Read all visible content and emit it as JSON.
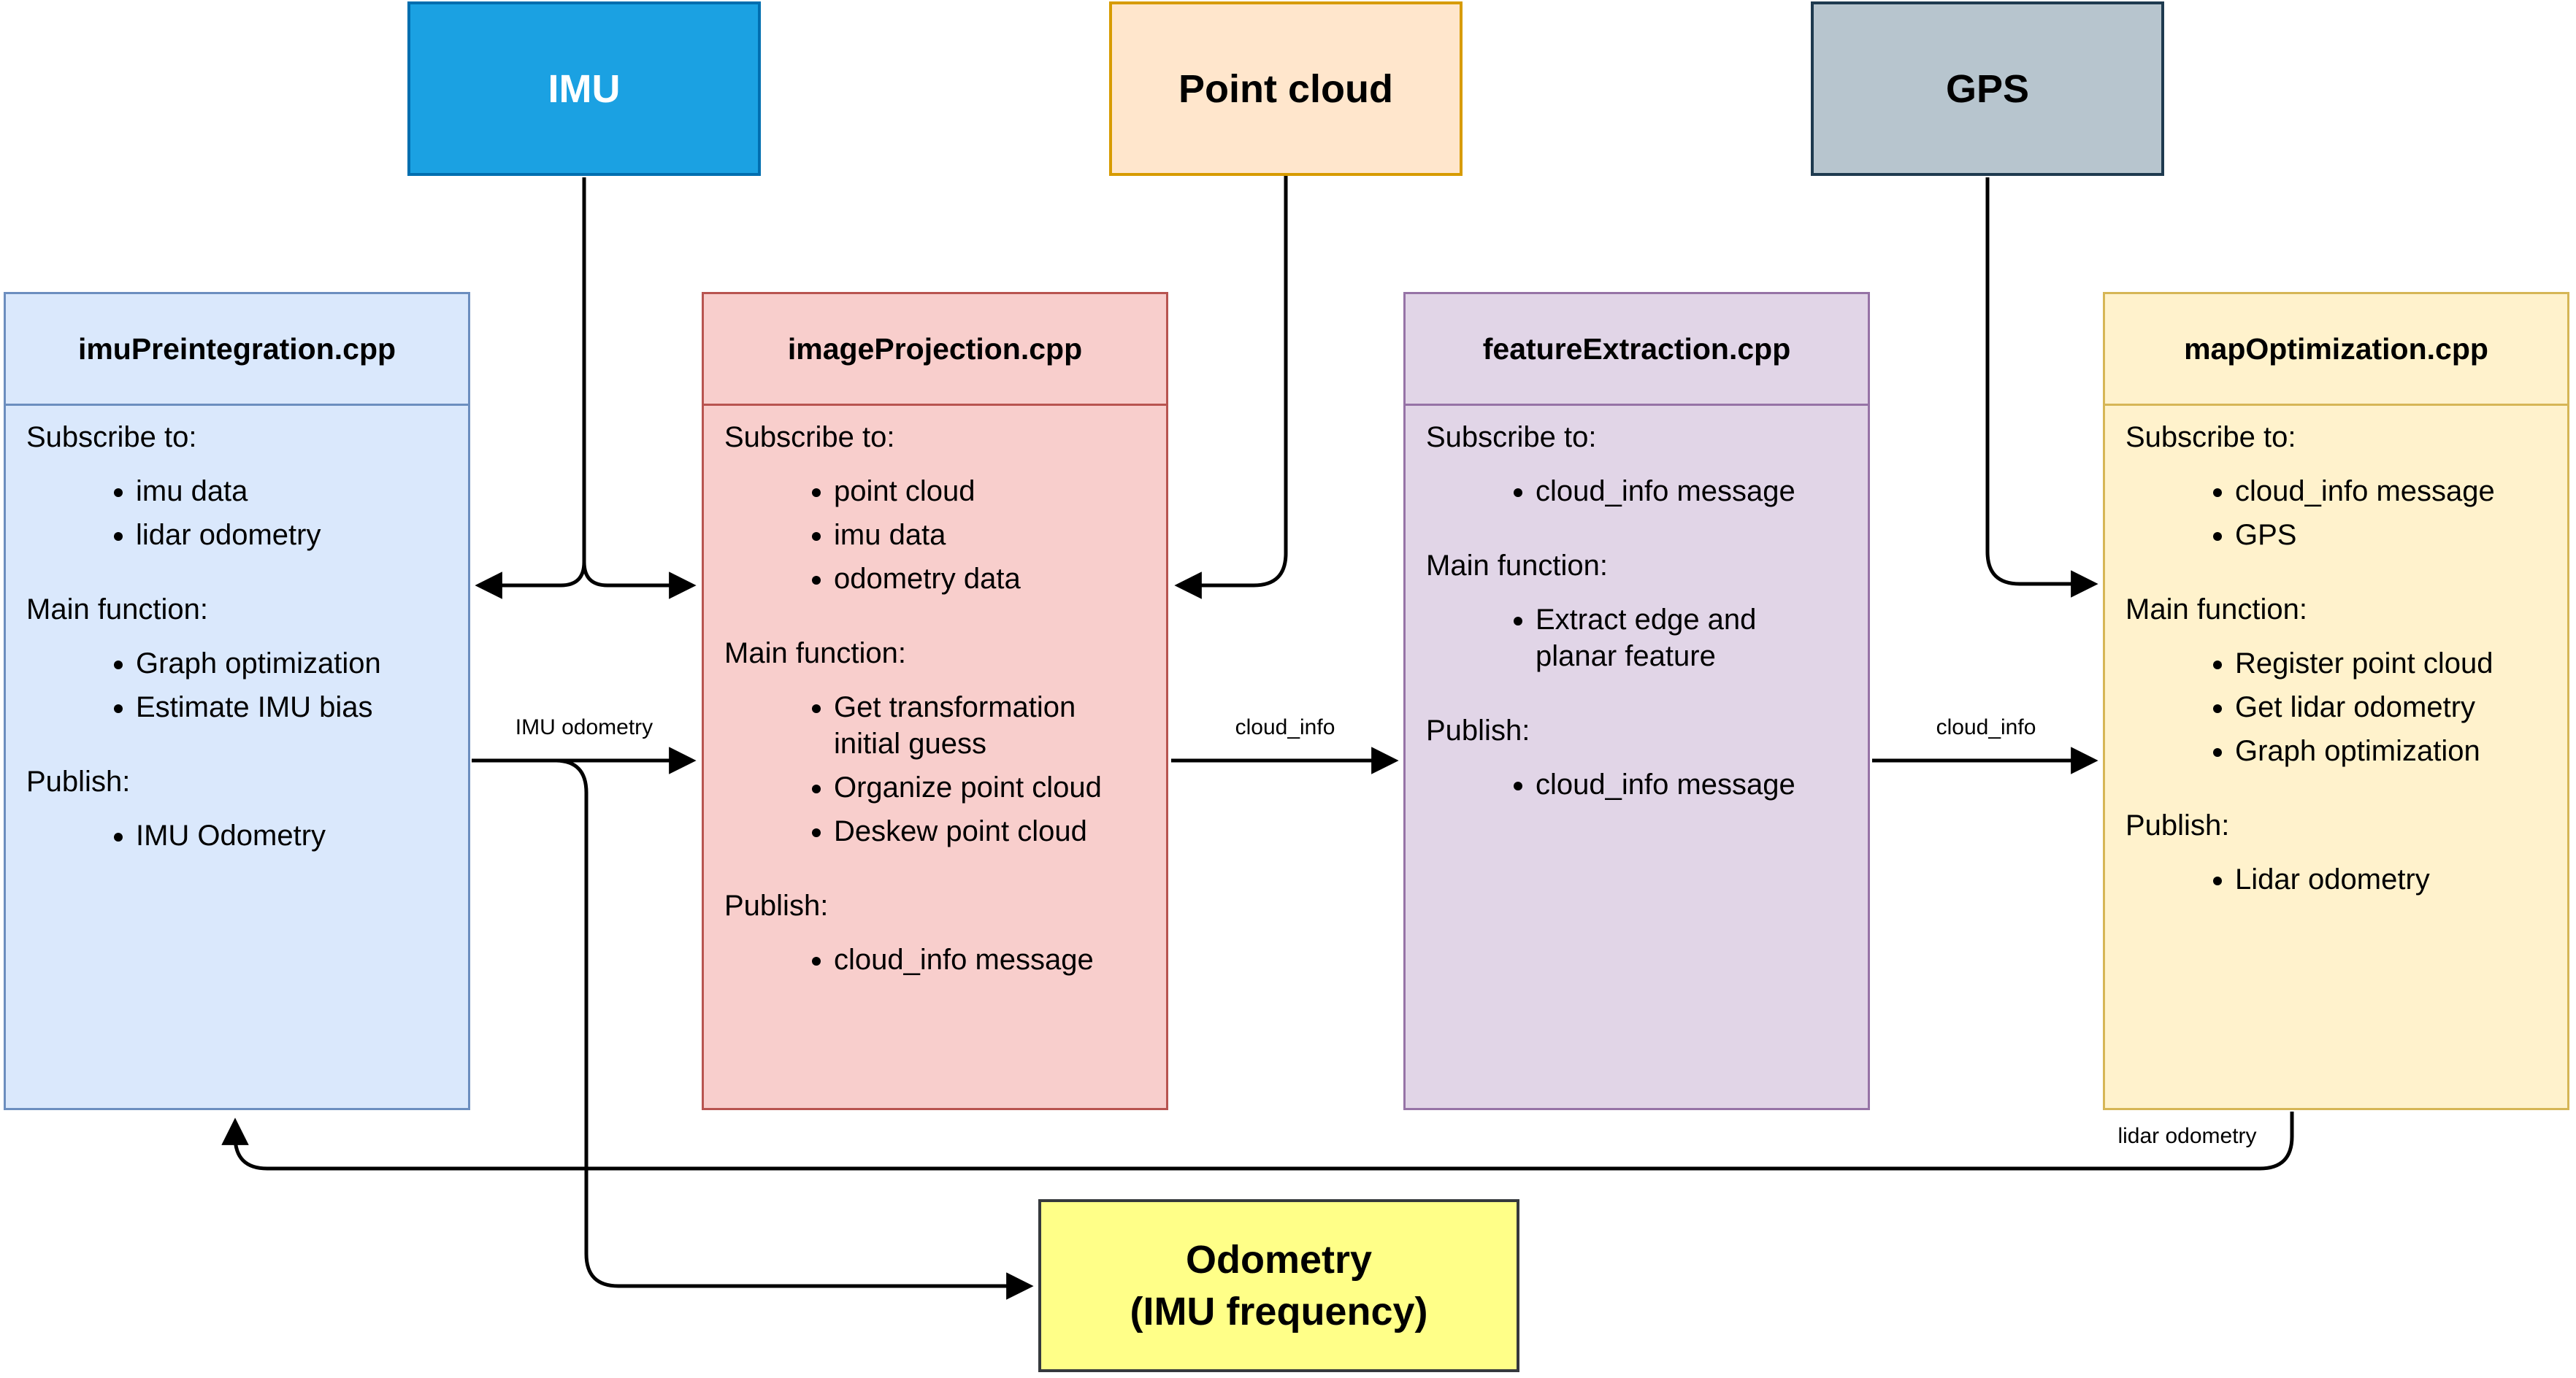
{
  "diagram": {
    "sources": [
      {
        "label": "IMU",
        "fill": "#1ba1e2",
        "border": "#006eaf",
        "text_color": "#ffffff"
      },
      {
        "label": "Point cloud",
        "fill": "#ffe6cc",
        "border": "#d79b00",
        "text_color": "#000000"
      },
      {
        "label": "GPS",
        "fill": "#b7c5ce",
        "border": "#1e3a4f",
        "text_color": "#000000"
      }
    ],
    "modules": [
      {
        "title": "imuPreintegration.cpp",
        "fill": "#dae8fc",
        "border": "#6c8ebf",
        "sections": [
          {
            "heading": "Subscribe to:",
            "items": [
              "imu data",
              "lidar odometry"
            ]
          },
          {
            "heading": "Main function:",
            "items": [
              "Graph optimization",
              "Estimate IMU bias"
            ]
          },
          {
            "heading": "Publish:",
            "items": [
              "IMU Odometry"
            ]
          }
        ]
      },
      {
        "title": "imageProjection.cpp",
        "fill": "#f8cecc",
        "border": "#b85450",
        "sections": [
          {
            "heading": "Subscribe to:",
            "items": [
              "point cloud",
              "imu data",
              "odometry data"
            ]
          },
          {
            "heading": "Main function:",
            "items": [
              "Get transformation initial guess",
              "Organize point cloud",
              "Deskew point cloud"
            ]
          },
          {
            "heading": "Publish:",
            "items": [
              "cloud_info message"
            ]
          }
        ]
      },
      {
        "title": "featureExtraction.cpp",
        "fill": "#e1d5e7",
        "border": "#9673a6",
        "sections": [
          {
            "heading": "Subscribe to:",
            "items": [
              "cloud_info message"
            ]
          },
          {
            "heading": "Main function:",
            "items": [
              "Extract edge and planar feature"
            ]
          },
          {
            "heading": "Publish:",
            "items": [
              "cloud_info message"
            ]
          }
        ]
      },
      {
        "title": "mapOptimization.cpp",
        "fill": "#fff2cc",
        "border": "#d6b656",
        "sections": [
          {
            "heading": "Subscribe to:",
            "items": [
              "cloud_info message",
              "GPS"
            ]
          },
          {
            "heading": "Main function:",
            "items": [
              "Register point cloud",
              "Get lidar odometry",
              "Graph optimization"
            ]
          },
          {
            "heading": "Publish:",
            "items": [
              "Lidar odometry"
            ]
          }
        ]
      }
    ],
    "sink": {
      "line1": "Odometry",
      "line2": "(IMU frequency)",
      "fill": "#ffff88",
      "border": "#36393d"
    },
    "edge_labels": {
      "imu_odometry": "IMU odometry",
      "cloud_info_a": "cloud_info",
      "cloud_info_b": "cloud_info",
      "lidar_odometry": "lidar odometry"
    },
    "arrow_color": "#000000"
  }
}
